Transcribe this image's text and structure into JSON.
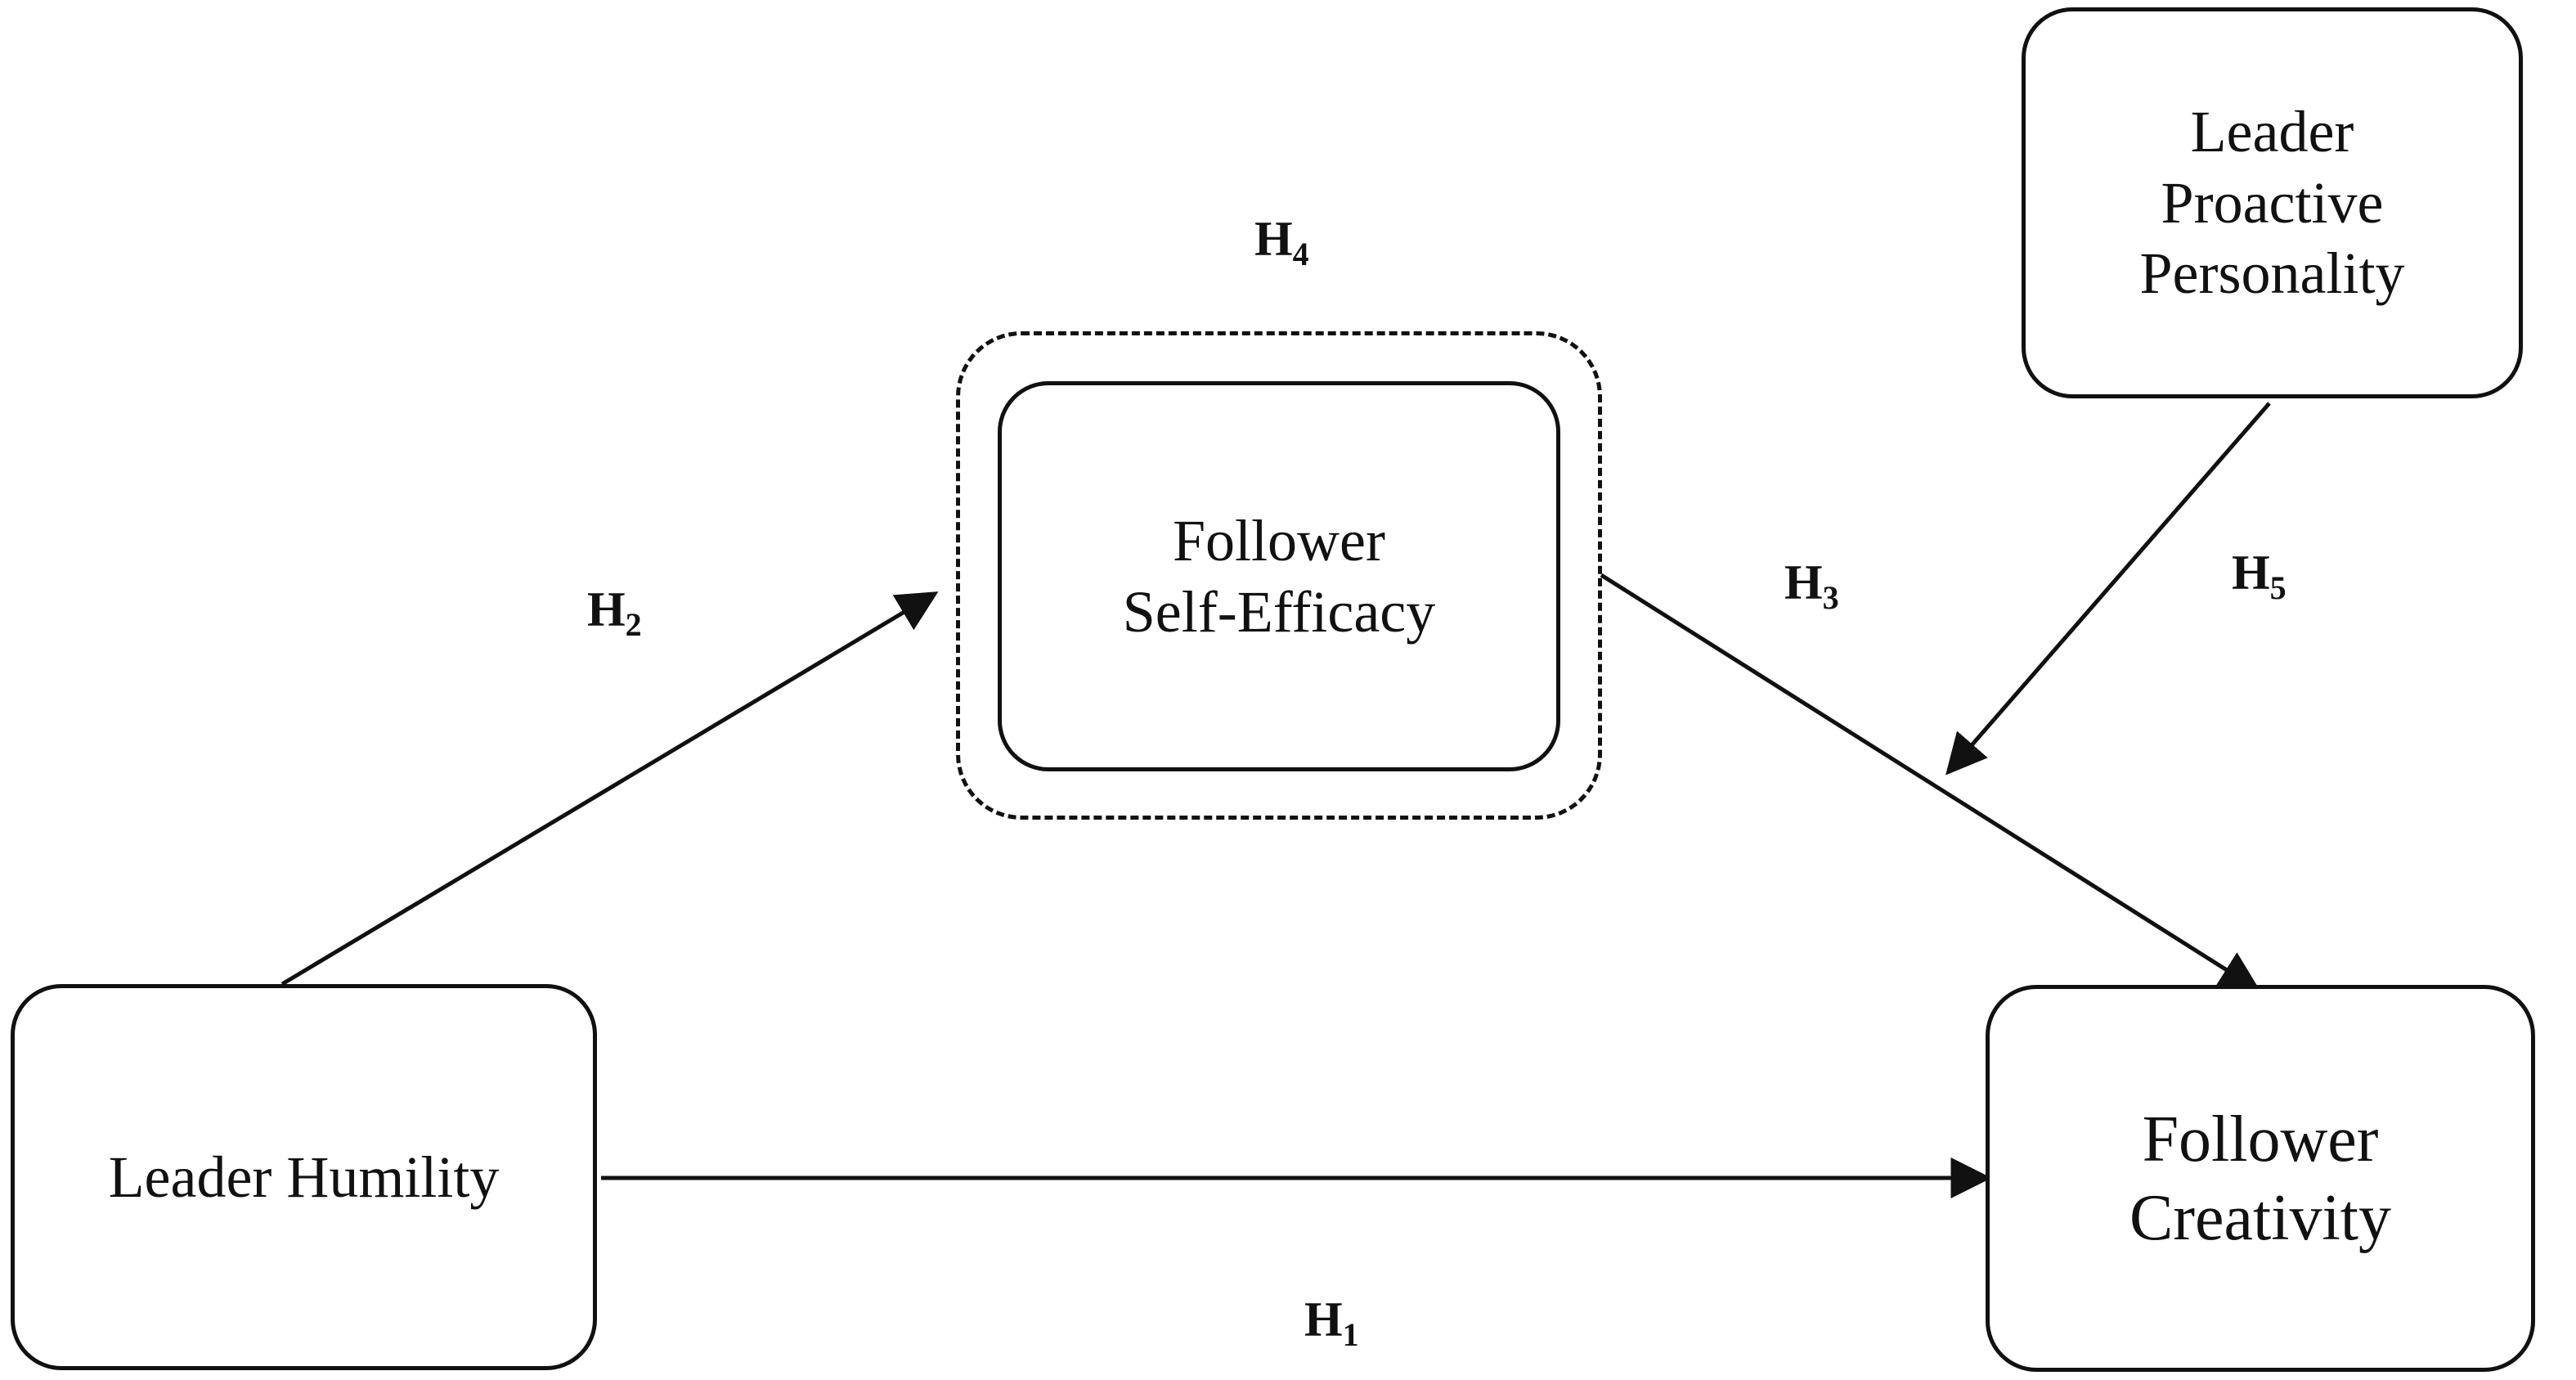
{
  "nodes": {
    "leader_humility": {
      "lines": [
        "Leader Humility"
      ]
    },
    "follower_self_efficacy": {
      "lines": [
        "Follower",
        "Self-Efficacy"
      ]
    },
    "leader_proactive_personality": {
      "lines": [
        "Leader",
        "Proactive",
        "Personality"
      ]
    },
    "follower_creativity": {
      "lines": [
        "Follower",
        "Creativity"
      ]
    }
  },
  "hypotheses": {
    "h1": {
      "letter": "H",
      "sub": "1"
    },
    "h2": {
      "letter": "H",
      "sub": "2"
    },
    "h3": {
      "letter": "H",
      "sub": "3"
    },
    "h4": {
      "letter": "H",
      "sub": "4"
    },
    "h5": {
      "letter": "H",
      "sub": "5"
    }
  },
  "edges": [
    {
      "from": "leader_humility",
      "to": "follower_creativity",
      "label": "h1"
    },
    {
      "from": "leader_humility",
      "to": "follower_self_efficacy",
      "label": "h2"
    },
    {
      "from": "follower_self_efficacy",
      "to": "follower_creativity",
      "label": "h3"
    },
    {
      "from": "leader_proactive_personality",
      "to": "edge:h3",
      "label": "h5"
    }
  ],
  "mediator_highlight": {
    "node": "follower_self_efficacy",
    "label": "h4",
    "style": "dashed"
  },
  "colors": {
    "stroke": "#111111",
    "background": "#ffffff"
  }
}
